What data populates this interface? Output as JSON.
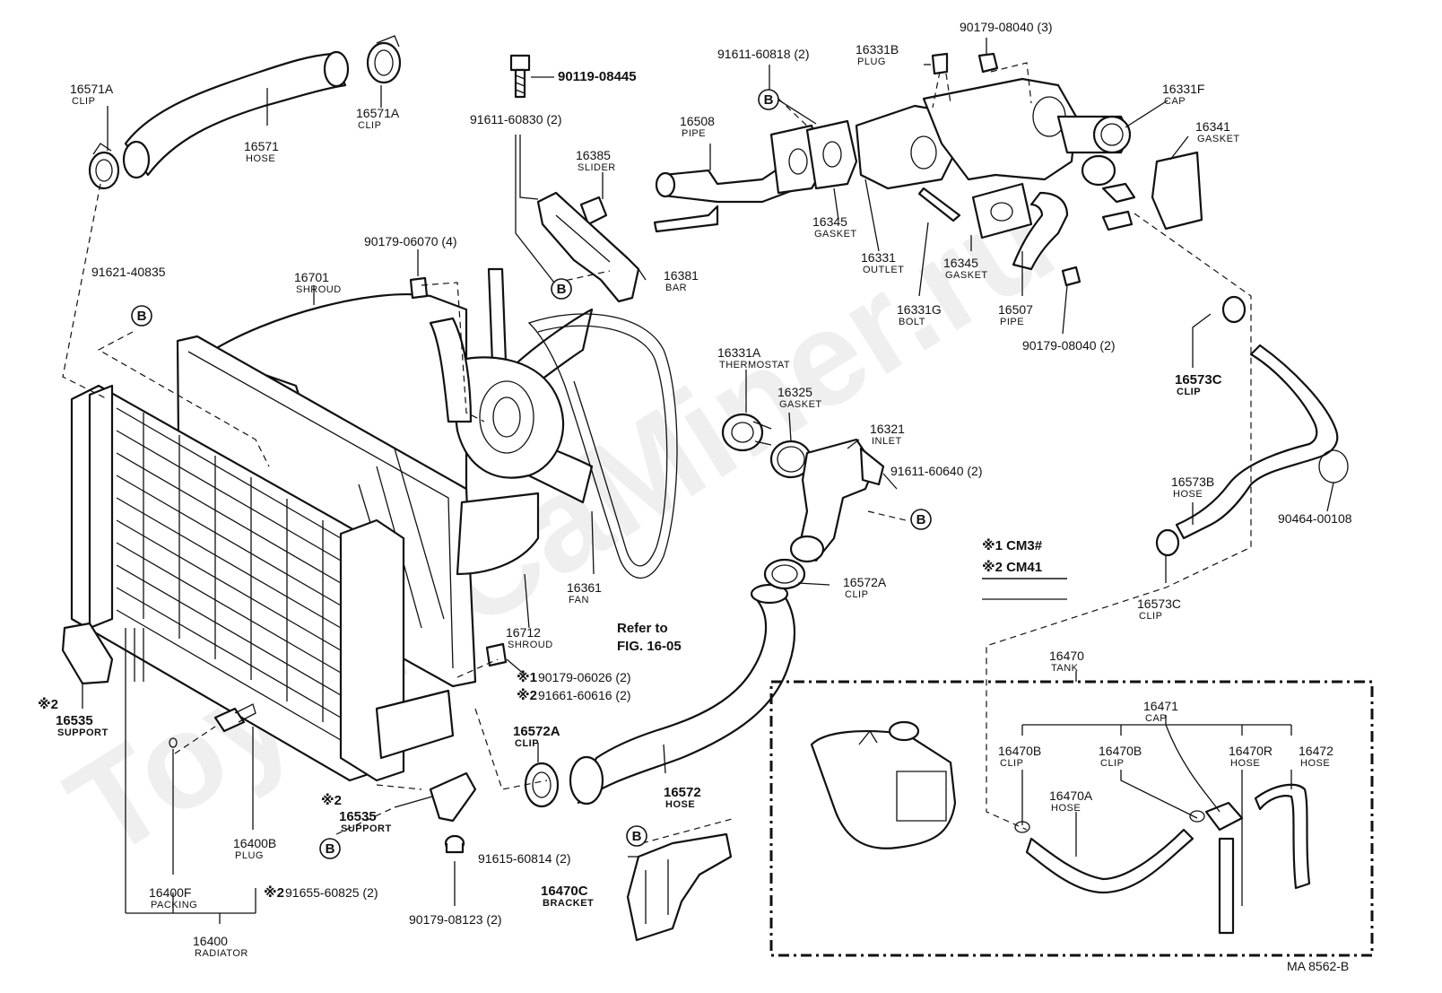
{
  "diagram_code": "MA 8562-B",
  "watermark": "ToyotaCaMiner.ru",
  "legend": {
    "line1": "※1 CM3#",
    "line2": "※2 CM41"
  },
  "reference_note": {
    "line1": "Refer to",
    "line2": "FIG. 16-05"
  },
  "callouts": [
    {
      "id": "c01",
      "number": "16571A",
      "name": "CLIP"
    },
    {
      "id": "c02",
      "number": "16571A",
      "name": "CLIP"
    },
    {
      "id": "c03",
      "number": "16571",
      "name": "HOSE"
    },
    {
      "id": "c04",
      "number": "90119-08445",
      "name": ""
    },
    {
      "id": "c05",
      "number": "91611-60830 (2)",
      "name": ""
    },
    {
      "id": "c06",
      "number": "16385",
      "name": "SLIDER"
    },
    {
      "id": "c07",
      "number": "16381",
      "name": "BAR"
    },
    {
      "id": "c08",
      "number": "90179-06070 (4)",
      "name": ""
    },
    {
      "id": "c09",
      "number": "91621-40835",
      "name": ""
    },
    {
      "id": "c10",
      "number": "16701",
      "name": "SHROUD"
    },
    {
      "id": "c11",
      "number": "91611-60818 (2)",
      "name": ""
    },
    {
      "id": "c12",
      "number": "16331B",
      "name": "PLUG"
    },
    {
      "id": "c13",
      "number": "90179-08040 (3)",
      "name": ""
    },
    {
      "id": "c14",
      "number": "16331F",
      "name": "CAP"
    },
    {
      "id": "c15",
      "number": "16341",
      "name": "GASKET"
    },
    {
      "id": "c16",
      "number": "16508",
      "name": "PIPE"
    },
    {
      "id": "c17",
      "number": "16345",
      "name": "GASKET"
    },
    {
      "id": "c18",
      "number": "16331",
      "name": "OUTLET"
    },
    {
      "id": "c19",
      "number": "16331G",
      "name": "BOLT"
    },
    {
      "id": "c20",
      "number": "16345",
      "name": "GASKET"
    },
    {
      "id": "c21",
      "number": "16507",
      "name": "PIPE"
    },
    {
      "id": "c22",
      "number": "90179-08040 (2)",
      "name": ""
    },
    {
      "id": "c23",
      "number": "16573C",
      "name": "CLIP"
    },
    {
      "id": "c24",
      "number": "16331A",
      "name": "THERMOSTAT"
    },
    {
      "id": "c25",
      "number": "16325",
      "name": "GASKET"
    },
    {
      "id": "c26",
      "number": "16321",
      "name": "INLET"
    },
    {
      "id": "c27",
      "number": "91611-60640 (2)",
      "name": ""
    },
    {
      "id": "c28",
      "number": "16573B",
      "name": "HOSE"
    },
    {
      "id": "c29",
      "number": "90464-00108",
      "name": ""
    },
    {
      "id": "c30",
      "number": "16572A",
      "name": "CLIP"
    },
    {
      "id": "c31",
      "number": "16573C",
      "name": "CLIP"
    },
    {
      "id": "c32",
      "number": "16361",
      "name": "FAN"
    },
    {
      "id": "c33",
      "number": "16712",
      "name": "SHROUD"
    },
    {
      "id": "c34",
      "number": "90179-06026 (2)",
      "name": "",
      "mark": "※1"
    },
    {
      "id": "c35",
      "number": "91661-60616 (2)",
      "name": "",
      "mark": "※2"
    },
    {
      "id": "c36",
      "number": "16470",
      "name": "TANK"
    },
    {
      "id": "c37",
      "number": "16471",
      "name": "CAP"
    },
    {
      "id": "c38",
      "number": "16470B",
      "name": "CLIP"
    },
    {
      "id": "c39",
      "number": "16470B",
      "name": "CLIP"
    },
    {
      "id": "c40",
      "number": "16470R",
      "name": "HOSE"
    },
    {
      "id": "c41",
      "number": "16472",
      "name": "HOSE"
    },
    {
      "id": "c42",
      "number": "16470A",
      "name": "HOSE"
    },
    {
      "id": "c43",
      "number": "16535",
      "name": "SUPPORT",
      "mark": "※2"
    },
    {
      "id": "c44",
      "number": "16572A",
      "name": "CLIP"
    },
    {
      "id": "c45",
      "number": "16572",
      "name": "HOSE"
    },
    {
      "id": "c46",
      "number": "16535",
      "name": "SUPPORT",
      "mark": "※2"
    },
    {
      "id": "c47",
      "number": "16400B",
      "name": "PLUG"
    },
    {
      "id": "c48",
      "number": "91615-60814 (2)",
      "name": ""
    },
    {
      "id": "c49",
      "number": "16470C",
      "name": "BRACKET"
    },
    {
      "id": "c50",
      "number": "16400F",
      "name": "PACKING"
    },
    {
      "id": "c51",
      "number": "91655-60825 (2)",
      "name": "",
      "mark": "※2"
    },
    {
      "id": "c52",
      "number": "90179-08123 (2)",
      "name": ""
    },
    {
      "id": "c53",
      "number": "16400",
      "name": "RADIATOR"
    }
  ],
  "ref_marker": "B"
}
